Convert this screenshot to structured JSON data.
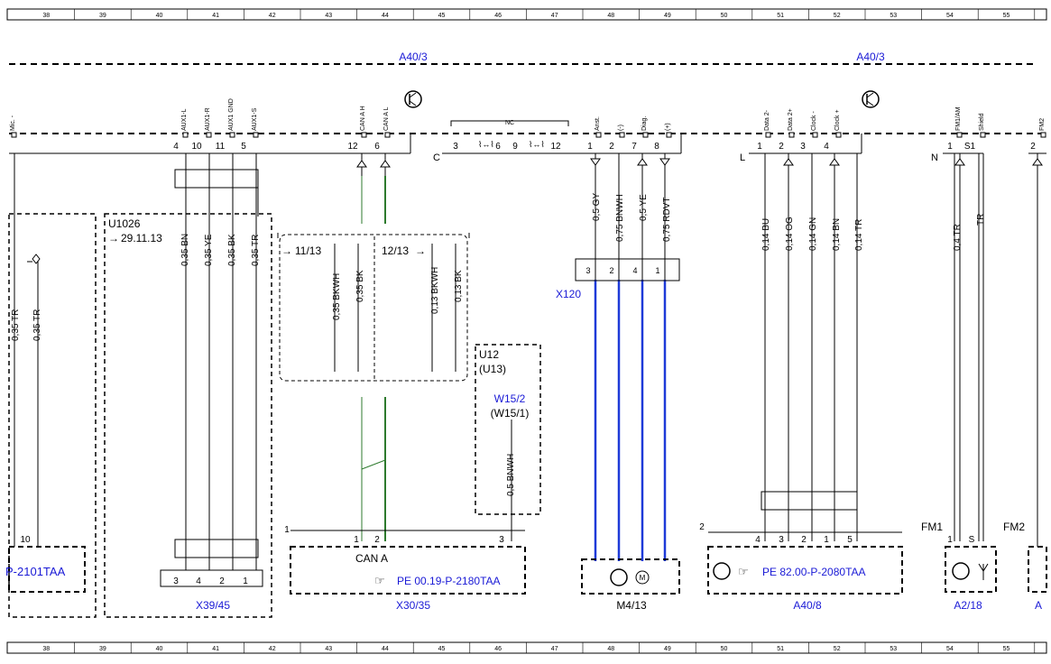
{
  "grid": [
    "38",
    "39",
    "40",
    "41",
    "42",
    "43",
    "44",
    "45",
    "46",
    "47",
    "48",
    "49",
    "50",
    "51",
    "52",
    "53",
    "54",
    "55"
  ],
  "header": {
    "unit_left": "A40/3",
    "unit_right": "A40/3"
  },
  "pins": {
    "mic": "Mic. -",
    "aux_l": "AUX1-L",
    "aux_r": "AUX1-R",
    "aux_gnd": "AUX1 GND",
    "aux_s": "AUX1-S",
    "can_h": "CAN A H",
    "can_l": "CAN A L",
    "nc": "NC",
    "anst": "Anst.",
    "minus": "(-)",
    "diag": "Diag.",
    "plus": "(+)",
    "data2m": "Data 2-",
    "data2p": "Data 2+",
    "clockm": "Clock -",
    "clockp": "Clock +",
    "fm1am": "FM1/AM",
    "shield": "Shield",
    "fm2": "FM2"
  },
  "pin_nums": {
    "p4": "4",
    "p10": "10",
    "p11": "11",
    "p5": "5",
    "p12": "12",
    "p6": "6",
    "c3": "3",
    "c6": "6",
    "c9": "9",
    "c12": "12",
    "c1": "1",
    "c2": "2",
    "c7": "7",
    "c8": "8",
    "l1": "1",
    "l2": "2",
    "l3": "3",
    "l4": "4",
    "n1": "1",
    "s1": "S1",
    "r2": "2"
  },
  "connectors": {
    "c": "C",
    "l": "L",
    "n": "N"
  },
  "wires": {
    "w_aux_bn": "0,35 BN",
    "w_aux_ye": "0,35 YE",
    "w_aux_bk": "0,35 BK",
    "w_aux_tr": "0,35 TR",
    "w_left_tr1": "0,35 TR",
    "w_left_tr2": "0,35 TR",
    "w_11_bkwh": "0,35 BKWH",
    "w_11_bk": "0,35 BK",
    "w_12_bkwh": "0,13 BKWH",
    "w_12_bk": "0,13 BK",
    "w_gy": "0,5 GY",
    "w_bnwh": "0,75 BNWH",
    "w_ye": "0,5 YE",
    "w_rdvt": "0,75 RDVT",
    "w_u12_bnwh": "0,5 BNWH",
    "w_bu": "0,14 BU",
    "w_og": "0,14 OG",
    "w_gn": "0,14 GN",
    "w_bn": "0,14 BN",
    "w_tr": "0,14 TR",
    "w_fm_tr": "0,4 TR",
    "w_fm_tr2": "TR"
  },
  "variants": {
    "u1026": "U1026",
    "u1026_date": "29.11.13",
    "v1113": "11/13",
    "v1213": "12/13",
    "u12": "U12",
    "u13": "(U13)",
    "w152": "W15/2",
    "w151": "(W15/1)"
  },
  "bottom": {
    "left_ref": "P-2101TAA",
    "left_pin10": "10",
    "x3945": "X39/45",
    "x3945_pins": [
      "3",
      "4",
      "2",
      "1"
    ],
    "x3035": "X30/35",
    "x3035_pin1": "1",
    "x3035_pin2": "2",
    "x3035_pin3": "3",
    "x3035_one": "1",
    "can_a": "CAN A",
    "x3035_ref": "PE 00.19-P-2180TAA",
    "x120": "X120",
    "x120_pins": [
      "3",
      "2",
      "4",
      "1"
    ],
    "m413": "M4/13",
    "a408": "A40/8",
    "a408_num": "2",
    "a408_pins": [
      "4",
      "3",
      "2",
      "1",
      "5"
    ],
    "a408_ref": "PE 82.00-P-2080TAA",
    "fm1": "FM1",
    "fm2": "FM2",
    "a218": "A2/18",
    "a218_pin1": "1",
    "a218_pins": "S",
    "right_a": "A"
  },
  "colors": {
    "blue_text": "#1a1ad6",
    "blue_wire": "#1e3ad8",
    "green_wire": "#2d7a2d",
    "line": "#000000"
  }
}
